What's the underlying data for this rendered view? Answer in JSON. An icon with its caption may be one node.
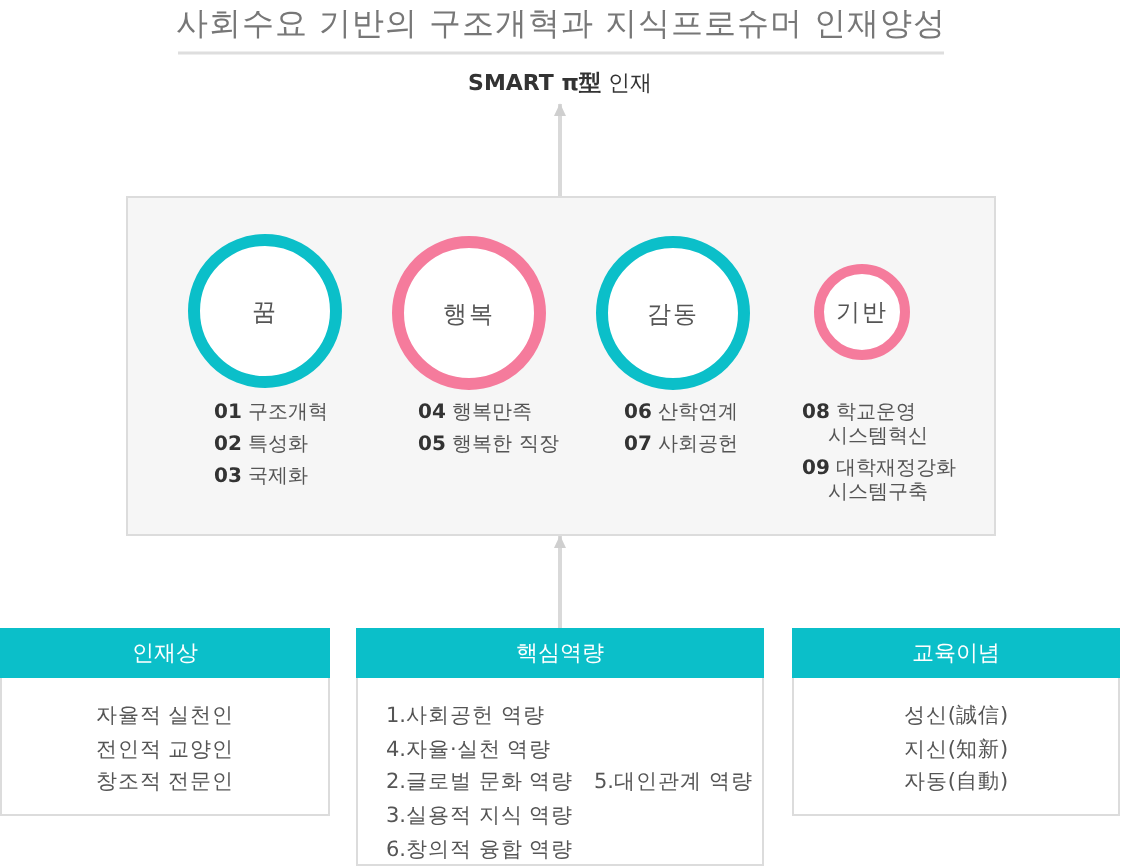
{
  "diagram": {
    "title": "사회수요 기반의 구조개혁과 지식프로슈머 인재양성",
    "nodes": [
      {
        "text": [
          "**SMART π型** 인재"
        ]
      },
      {
        "text": [],
        "shape": "box"
      },
      {
        "text": [
          "꿈"
        ],
        "in": 1,
        "beside": [
          "**01** 구조개혁",
          "**02** 특성화",
          "**03** 국제화"
        ]
      },
      {
        "text": [
          "행복"
        ],
        "in": 1,
        "beside": [
          "**04** 행복만족",
          "**05** 행복한 직장"
        ]
      },
      {
        "text": [
          "감동"
        ],
        "in": 1,
        "beside": [
          "**06** 산학연계",
          "**07** 사회공헌"
        ]
      },
      {
        "text": [
          "기반"
        ],
        "in": 1,
        "beside": [
          "**08** 학교운영 시스템혁신",
          "**09** 대학재정강화 시스템구축"
        ]
      },
      {
        "text": [
          "인재상",
          "자율적 실천인",
          "전인적 교양인",
          "창조적 전문인"
        ]
      },
      {
        "text": [
          "핵심역량",
          "1.사회공헌 역량",
          "4.자율·실천 역량",
          "2.글로벌 문화 역량",
          "5.대인관계 역량",
          "3.실용적 지식 역량",
          "6.창의적 융합 역량"
        ]
      },
      {
        "text": [
          "교육이념",
          "성신(誠信)",
          "지신(知新)",
          "자동(自動)"
        ]
      }
    ],
    "edges": [
      {
        "from": 1,
        "to": 0,
        "arrow": "to"
      },
      {
        "from": 7,
        "to": 1,
        "arrow": "to"
      }
    ]
  }
}
